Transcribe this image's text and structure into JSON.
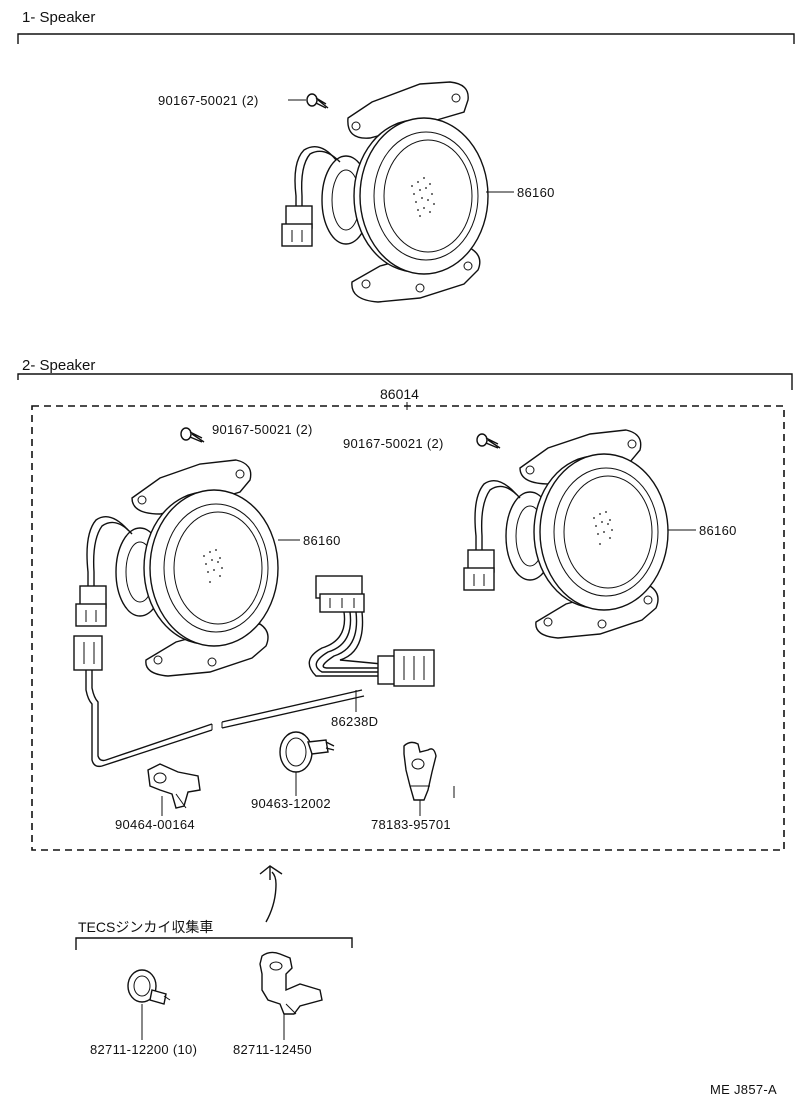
{
  "sections": [
    {
      "label": "1- Speaker"
    },
    {
      "label": "2- Speaker"
    },
    {
      "label": "TECSジンカイ収集車"
    }
  ],
  "assembly": {
    "code": "86014"
  },
  "parts": {
    "screw_1": "90167-50021 (2)",
    "speaker_1": "86160",
    "screw_2a": "90167-50021 (2)",
    "screw_2b": "90167-50021 (2)",
    "speaker_2a": "86160",
    "speaker_2b": "86160",
    "harness": "86238D",
    "clamp_a": "90464-00164",
    "band": "90463-12002",
    "clip": "78183-95701",
    "tecs_clamp": "82711-12200 (10)",
    "tecs_clip": "82711-12450"
  },
  "footer": {
    "code": "ME J857-A"
  }
}
